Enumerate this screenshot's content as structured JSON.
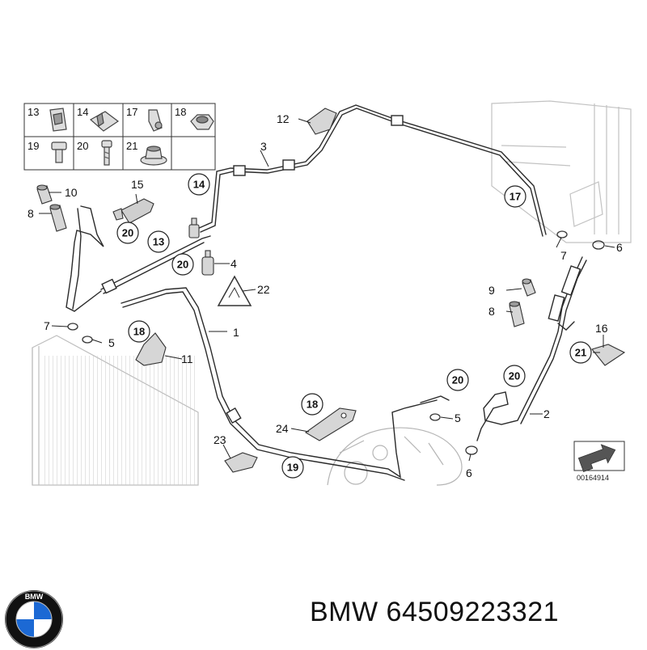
{
  "grid_parts": [
    {
      "num": "13",
      "icon": "clip-icon"
    },
    {
      "num": "14",
      "icon": "bracket-clip-icon"
    },
    {
      "num": "17",
      "icon": "hose-clip-icon"
    },
    {
      "num": "18",
      "icon": "hex-nut-icon"
    },
    {
      "num": "19",
      "icon": "bolt-icon"
    },
    {
      "num": "20",
      "icon": "screw-icon"
    },
    {
      "num": "21",
      "icon": "collar-nut-icon"
    }
  ],
  "callouts": {
    "c1": "1",
    "c2": "2",
    "c3": "3",
    "c4": "4",
    "c5a": "5",
    "c5b": "5",
    "c6a": "6",
    "c6b": "6",
    "c7a": "7",
    "c7b": "7",
    "c8a": "8",
    "c8b": "8",
    "c9": "9",
    "c10": "10",
    "c11": "11",
    "c12": "12",
    "c13": "13",
    "c14": "14",
    "c15": "15",
    "c16": "16",
    "c17": "17",
    "c18a": "18",
    "c18b": "18",
    "c19": "19",
    "c20a": "20",
    "c20b": "20",
    "c20c": "20",
    "c20d": "20",
    "c21": "21",
    "c22": "22",
    "c23": "23",
    "c24": "24"
  },
  "drawing_number": "00164914",
  "footer_text": "BMW 64509223321",
  "logo_text": "BMW",
  "colors": {
    "line": "#2a2a2a",
    "ghost": "#bdbdbd",
    "logo_blue": "#1c69d4",
    "logo_ring": "#111111"
  }
}
